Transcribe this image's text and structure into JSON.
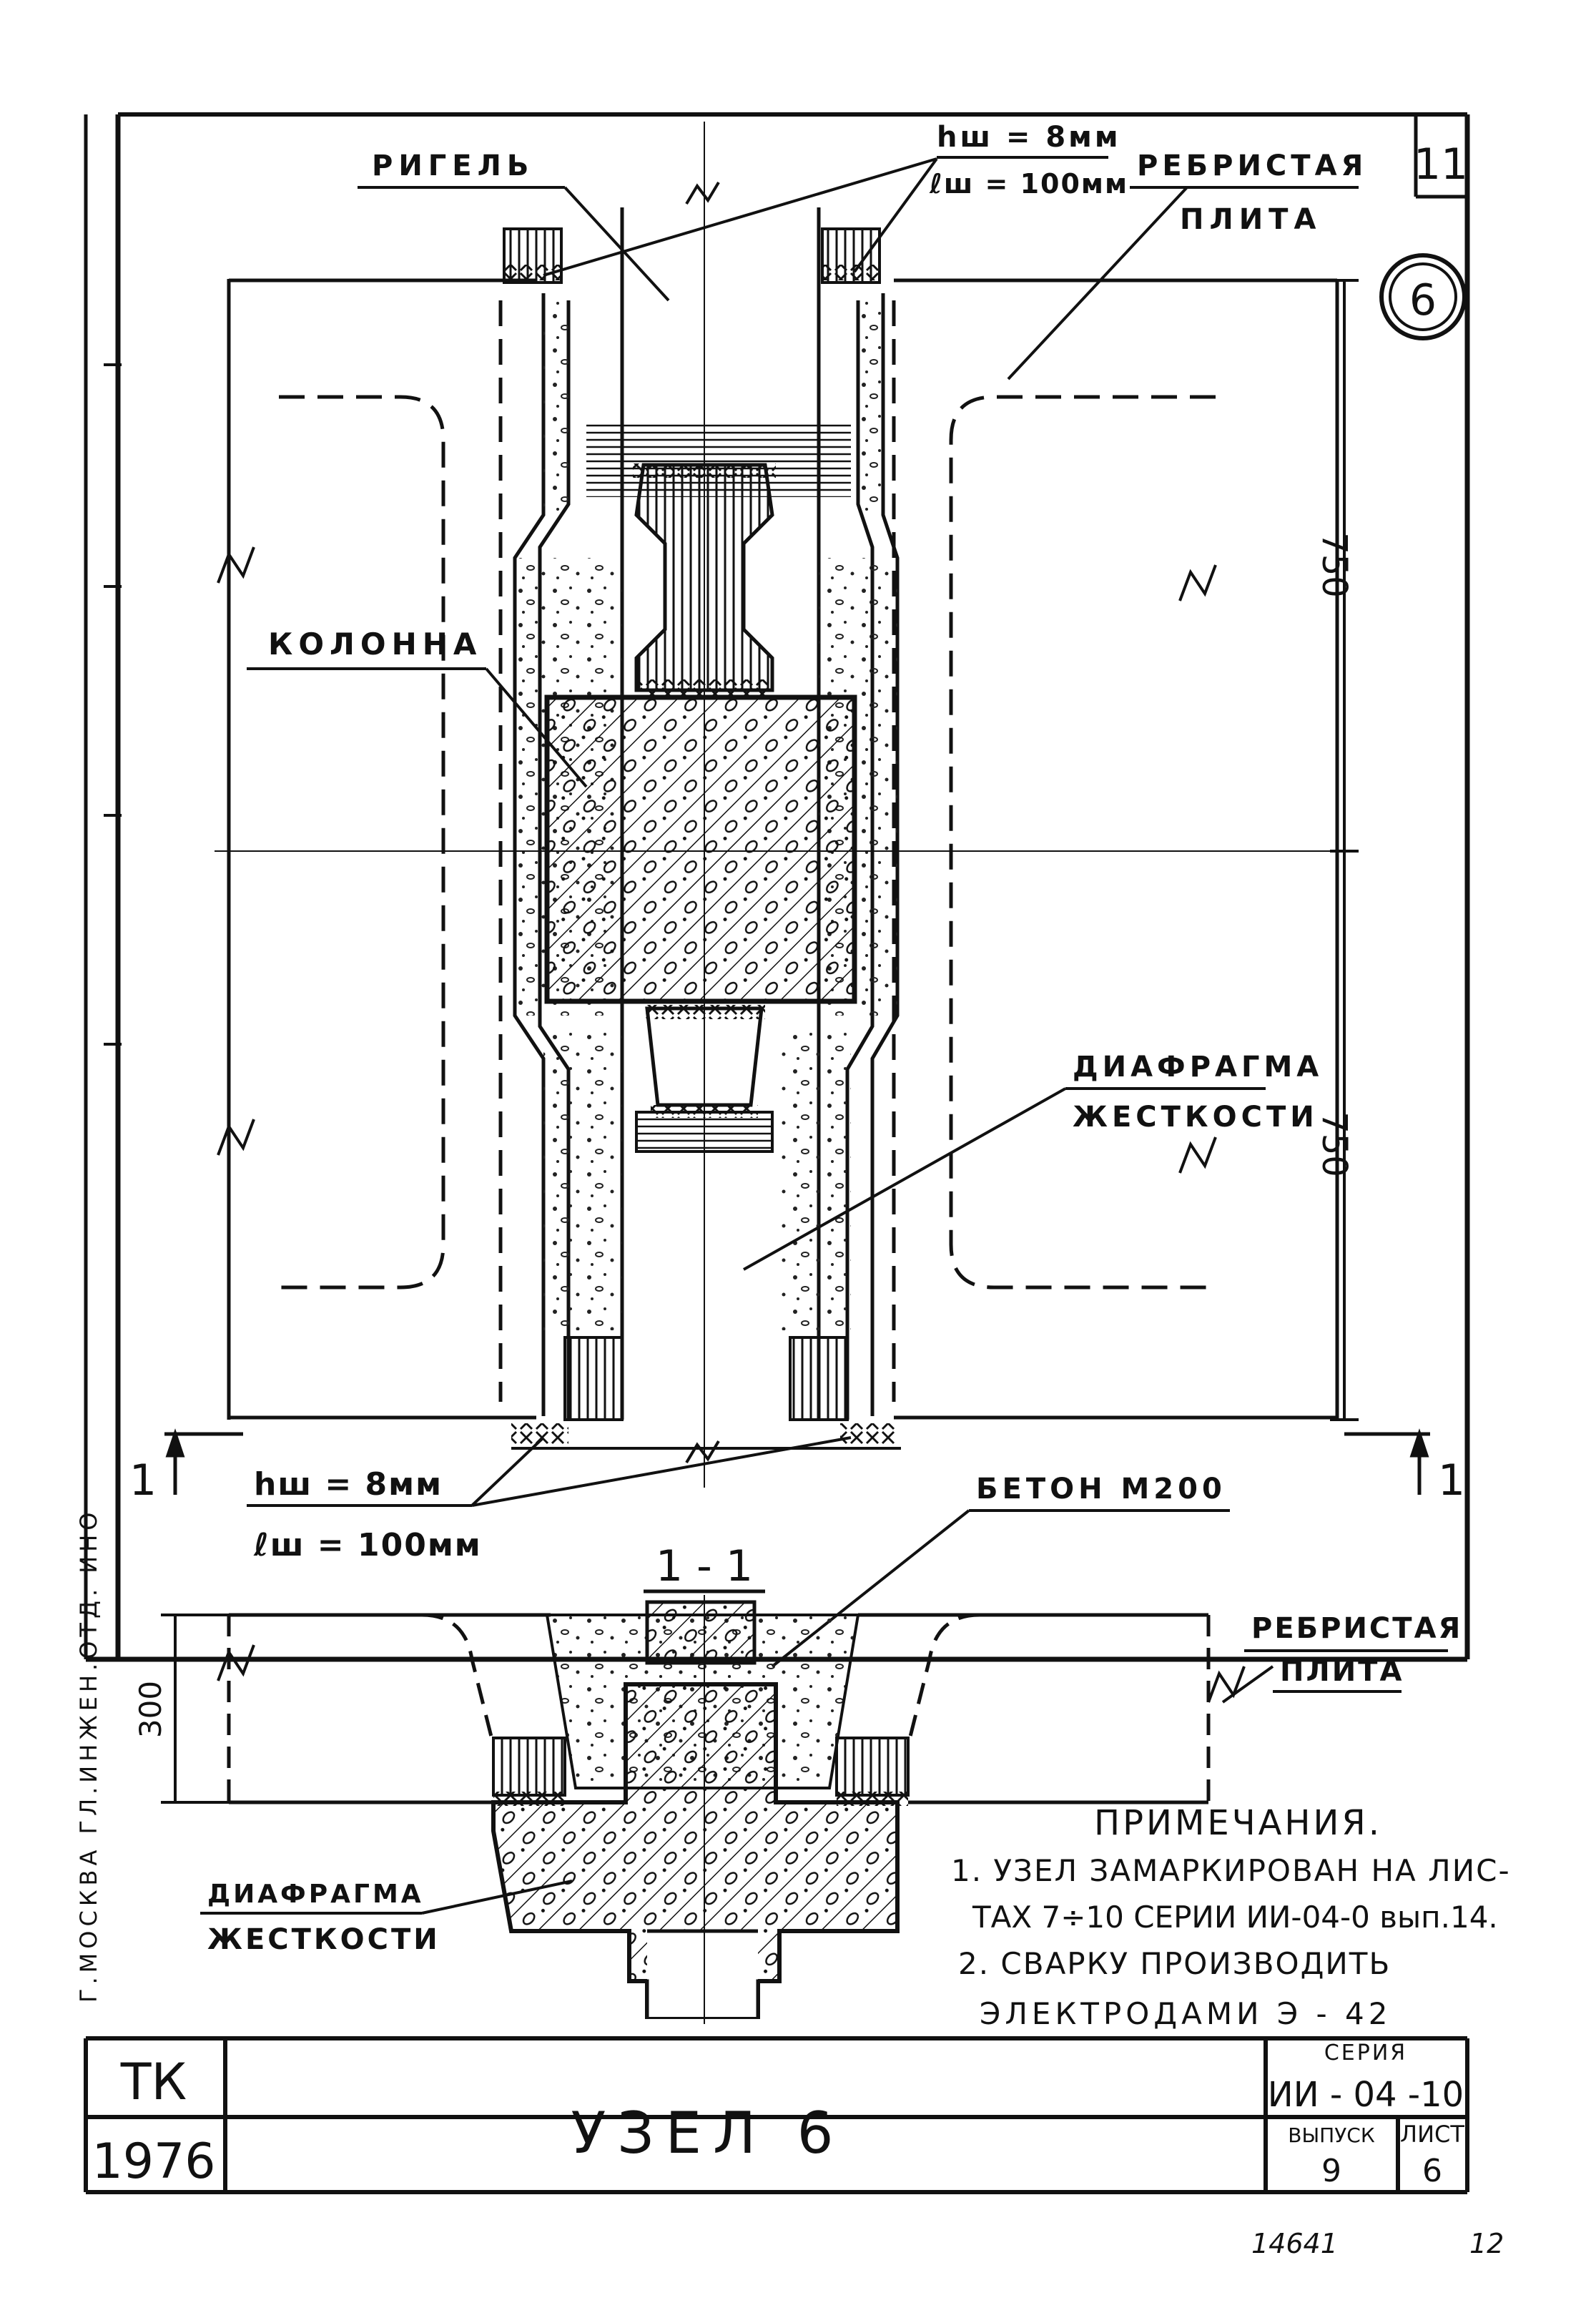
{
  "sheet_corner_number": "11",
  "node_circle_label": "6",
  "labels": {
    "rigel": "РИГЕЛЬ",
    "weld_top_h": "hш = 8мм",
    "weld_top_l": "ℓш = 100мм",
    "ribbed_plate_top_1": "РЕБРИСТАЯ",
    "ribbed_plate_top_2": "ПЛИТА",
    "column": "КОЛОННА",
    "diaphragm_1": "ДИАФРАГМА",
    "diaphragm_2": "ЖЕСТКОСТИ",
    "weld_bottom_h": "hш = 8мм",
    "weld_bottom_l": "ℓш = 100мм",
    "concrete": "БЕТОН  М200",
    "section_title": "1 - 1",
    "section_mark_left": "1",
    "section_mark_right": "1",
    "ribbed_plate_section_1": "РЕБРИСТАЯ",
    "ribbed_plate_section_2": "ПЛИТА",
    "diaphragm_section_1": "ДИАФРАГМА",
    "diaphragm_section_2": "ЖЕСТКОСТИ"
  },
  "dimensions": {
    "upper": "750",
    "lower": "750",
    "section_height": "300"
  },
  "notes": {
    "title": "ПРИМЕЧАНИЯ.",
    "line1": "1. УЗЕЛ ЗАМАРКИРОВАН НА ЛИС-",
    "line2": "ТАХ 7÷10 СЕРИИ ИИ-04-0 вып.14.",
    "line3": "2. СВАРКУ ПРОИЗВОДИТЬ",
    "line4": "ЭЛЕКТРОДАМИ  Э - 42"
  },
  "title_block": {
    "org": "ТК",
    "year": "1976",
    "title": "УЗЕЛ  6",
    "series_label": "СЕРИЯ",
    "series_value": "ИИ - 04 -10",
    "issue_label": "ВЫПУСК",
    "issue_value": "9",
    "sheet_label": "ЛИСТ",
    "sheet_value": "6"
  },
  "side_stamp": "Г.МОСКВА  ГЛ.ИНЖЕН.ОТД.  ИНО",
  "footer_left": "14641",
  "footer_right": "12"
}
